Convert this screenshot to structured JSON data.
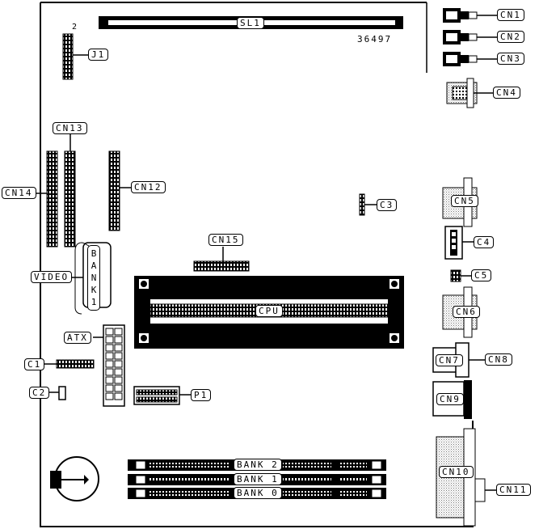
{
  "diagram": {
    "board_id": "36497",
    "markers": {
      "j1_pin": "2"
    },
    "labels": {
      "sl1": "SL1",
      "j1": "J1",
      "cn1": "CN1",
      "cn2": "CN2",
      "cn3": "CN3",
      "cn4": "CN4",
      "cn5": "CN5",
      "cn6": "CN6",
      "cn7": "CN7",
      "cn8": "CN8",
      "cn9": "CN9",
      "cn10": "CN10",
      "cn11": "CN11",
      "cn12": "CN12",
      "cn13": "CN13",
      "cn14": "CN14",
      "cn15": "CN15",
      "c1": "C1",
      "c2": "C2",
      "c3": "C3",
      "c4": "C4",
      "c5": "C5",
      "p1": "P1",
      "atx": "ATX",
      "video": "VIDEO",
      "cpu": "CPU",
      "bank_vertical": [
        "B",
        "A",
        "N",
        "K",
        "1"
      ],
      "bank2": "BANK 2",
      "bank1": "BANK 1",
      "bank0": "BANK 0"
    }
  }
}
